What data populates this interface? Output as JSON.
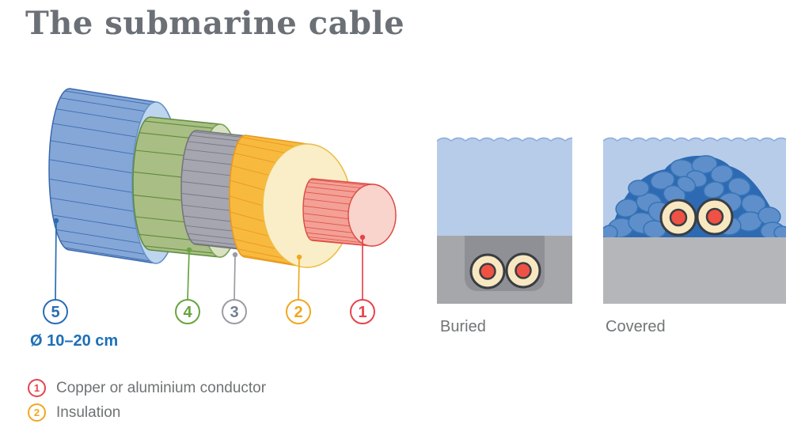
{
  "title": "The submarine cable",
  "cable_diagram": {
    "diameter_label": "Ø 10–20 cm",
    "markers": [
      {
        "number": "5",
        "color": "#2a6cb3"
      },
      {
        "number": "4",
        "color": "#68a43f"
      },
      {
        "number": "3",
        "color": "#9b9ca3"
      },
      {
        "number": "2",
        "color": "#f0a81f"
      },
      {
        "number": "1",
        "color": "#e8434b"
      }
    ]
  },
  "legend": [
    {
      "number": "1",
      "label": "Copper or aluminium conductor",
      "color": "#e8434b"
    },
    {
      "number": "2",
      "label": "Insulation",
      "color": "#f0a81f"
    }
  ],
  "panels": [
    {
      "label": "Buried"
    },
    {
      "label": "Covered"
    }
  ],
  "colors": {
    "title_text": "#6b7076",
    "layer_blue": "#84a7d8",
    "layer_blue_face": "#bdd5ee",
    "layer_green": "#a9be84",
    "layer_green_face": "#d8e2c1",
    "layer_gray": "#a5a6af",
    "layer_gray_face": "#d5d5dd",
    "layer_yellow": "#f8b93f",
    "layer_yellow_face": "#faeec8",
    "layer_red": "#f3a096",
    "layer_red_face": "#f9d4cd",
    "diameter_label_text": "#1c6fb8",
    "legend_text": "#6f7274",
    "panel_label_text": "#717476",
    "water": "#b7cce9",
    "seabed_buried": "#a6a7ab",
    "trench": "#8e9095",
    "seabed_covered": "#b5b6b9",
    "rocks": "#5e8fcb",
    "cable_sheath": "#f7e8c2",
    "cable_core": "#ef5244"
  }
}
